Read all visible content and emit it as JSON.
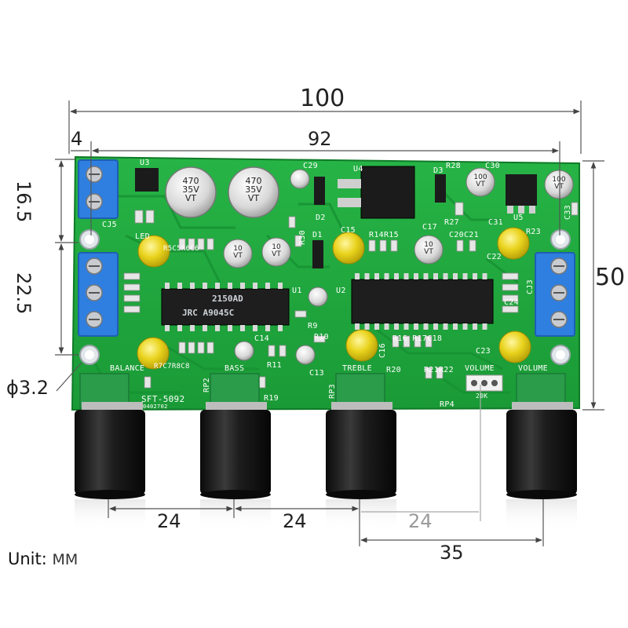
{
  "dimensions": {
    "total_width": "100",
    "hole_spacing_width": "92",
    "edge_offset": "4",
    "top_terminal_pitch": "16.5",
    "input_terminal_pitch": "22.5",
    "board_height": "50",
    "hole_diameter": "ϕ3.2",
    "pot_spacing_1": "24",
    "pot_spacing_2": "24",
    "pot_spacing_3": "24",
    "volume_offset": "35"
  },
  "unit": {
    "label": "Unit:",
    "value": "MM"
  },
  "silkscreen": {
    "board_model": "SFT-5092",
    "board_date": "0402702",
    "balance": "BALANCE",
    "bass": "BASS",
    "treble": "TREBLE",
    "volume_left": "VOLUME",
    "volume_right": "VOLUME",
    "rp4": "RP4",
    "rp4_value": "20K",
    "cj5": "CJ5",
    "cj3": "CJ3",
    "rp2": "RP2",
    "rp3": "RP3",
    "u1": "U1",
    "u2": "U2",
    "u3": "U3",
    "u4": "U4",
    "u5": "U5",
    "d1": "D1",
    "d2": "D2",
    "d3": "D3",
    "r9": "R9",
    "r10": "R10",
    "r11": "R11",
    "r19": "R19",
    "r20": "R20",
    "r21r22": "R21R22",
    "r14r15": "R14R15",
    "r16r17c18": "R16 R17C18",
    "r28": "R28",
    "r27": "R27",
    "r30": "R30",
    "c13": "C13",
    "c14": "C14",
    "c15": "C15",
    "c16": "C16",
    "c17": "C17",
    "c20c21": "C20C21",
    "c22": "C22",
    "c23": "C23",
    "c24": "C24",
    "c29": "C29",
    "c30": "C30",
    "c31": "C31",
    "c33": "C33",
    "r7c7r8c8": "R7C7R8C8",
    "r5c5r6c6": "R5C5R6C6",
    "led": "LED",
    "r23": "R23"
  },
  "chips": {
    "u1_line1": "2150AD",
    "u1_line2": "JRC A9045C"
  },
  "capacitors": {
    "big_left": [
      "470",
      "35V",
      "VT"
    ],
    "big_right": [
      "470",
      "35V",
      "VT"
    ],
    "small_a": [
      "10",
      "VT"
    ],
    "small_b": [
      "10",
      "VT"
    ],
    "small_c": [
      "10",
      "VT"
    ],
    "small_d": [
      "100",
      "VT"
    ],
    "small_e": [
      "100",
      "VT"
    ]
  },
  "colors": {
    "pcb": "#1fa83c",
    "pcb_dark": "#178a30",
    "terminal": "#2f7fe0",
    "knob": "#1a1a1a",
    "pot_body": "#2a9c4a",
    "yellow_cap": "#e8d21a",
    "dim_line": "#555555"
  }
}
